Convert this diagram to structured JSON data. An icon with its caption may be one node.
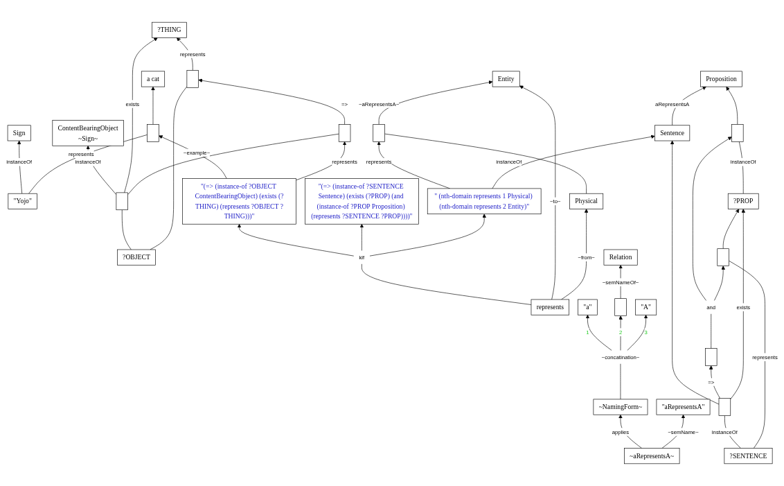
{
  "diagram": {
    "nodes": [
      {
        "text": [
          "Sign"
        ]
      },
      {
        "text": [
          "a cat"
        ]
      },
      {
        "text": [],
        "shape": "bar"
      },
      {
        "text": [
          "\"Yojo\""
        ]
      },
      {
        "text": [
          "\"(=> (instance-of ?OBJECT ContentBearingObject) (exists (?THING) (represents ?OBJECT ?THING)))\""
        ]
      },
      {
        "text": [
          "\"(=> (instance-of ?SENTENCE Sentence) (exists (?PROP) (and (instance-of ?PROP Proposition) (represents ?SENTENCE ?PROP))))\""
        ]
      },
      {
        "text": [
          "ContentBearingObject",
          "~Sign~"
        ]
      },
      {
        "text": [
          "?THING"
        ]
      },
      {
        "text": [
          "Entity"
        ]
      },
      {
        "text": [
          "Sentence"
        ]
      },
      {
        "text": [
          "Proposition"
        ]
      },
      {
        "text": [
          "kif"
        ]
      },
      {
        "text": [
          "represents"
        ]
      },
      {
        "text": [],
        "shape": "bar"
      },
      {
        "text": [],
        "shape": "bar"
      },
      {
        "text": [],
        "shape": "bar"
      },
      {
        "text": [],
        "shape": "bar"
      },
      {
        "text": [],
        "shape": "bar"
      },
      {
        "text": [
          "and"
        ]
      },
      {
        "text": [],
        "shape": "bar"
      },
      {
        "text": [
          "\" (nth-domain represents 1 Physical) (nth-domain represents 2 Entity)\""
        ]
      },
      {
        "text": [],
        "shape": "bar"
      },
      {
        "text": [
          "?OBJECT"
        ]
      },
      {
        "text": [
          "Physical"
        ]
      },
      {
        "text": [
          "~aRepresentsA~"
        ]
      },
      {
        "text": [
          "~NamingForm~"
        ]
      },
      {
        "text": [
          "?SENTENCE"
        ]
      },
      {
        "text": [],
        "shape": "bar"
      },
      {
        "text": [
          "?PROP"
        ]
      },
      {
        "text": [
          "~concatination~"
        ]
      },
      {
        "text": [
          "\"aRepresentsA\""
        ]
      },
      {
        "text": [
          "\"a\""
        ]
      },
      {
        "text": [],
        "shape": "bar"
      },
      {
        "text": [
          "\"A\""
        ]
      },
      {
        "text": [
          "Relation"
        ]
      }
    ],
    "edges": [
      {
        "from": 3,
        "to": 0,
        "arrow": "to",
        "label": "instanceOf"
      },
      {
        "from": 3,
        "to": 2,
        "arrow": "none",
        "label": "represents"
      },
      {
        "from": 2,
        "to": 1,
        "arrow": "to"
      },
      {
        "from": 4,
        "to": 2,
        "arrow": "to",
        "label": "~example~"
      },
      {
        "from": 4,
        "to": 14,
        "arrow": "to",
        "label": "represents"
      },
      {
        "from": 22,
        "to": 13,
        "arrow": "none"
      },
      {
        "from": 13,
        "to": 6,
        "arrow": "to",
        "label": "instanceOf"
      },
      {
        "from": 13,
        "to": 7,
        "arrow": "to",
        "label": "exists"
      },
      {
        "from": 13,
        "to": 14,
        "arrow": "none"
      },
      {
        "from": 14,
        "to": 15,
        "arrow": "to",
        "label": "=>"
      },
      {
        "from": 22,
        "to": 15,
        "arrow": "none"
      },
      {
        "from": 15,
        "to": 7,
        "arrow": "to",
        "label": "represents"
      },
      {
        "from": 12,
        "to": 11,
        "arrow": "none"
      },
      {
        "from": 11,
        "to": 4,
        "arrow": "to"
      },
      {
        "from": 11,
        "to": 5,
        "arrow": "to"
      },
      {
        "from": 11,
        "to": 20,
        "arrow": "to"
      },
      {
        "from": 12,
        "to": 8,
        "arrow": "to",
        "label": "~to~"
      },
      {
        "from": 12,
        "to": 23,
        "arrow": "to",
        "label": "~from~"
      },
      {
        "from": 20,
        "to": 21,
        "arrow": "to",
        "label": "represents"
      },
      {
        "from": 23,
        "to": 21,
        "arrow": "none"
      },
      {
        "from": 21,
        "to": 8,
        "arrow": "to",
        "label": "~aRepresentsA~"
      },
      {
        "from": 20,
        "to": 9,
        "arrow": "to",
        "label": "instanceOf"
      },
      {
        "from": 9,
        "to": 10,
        "arrow": "to",
        "label": "aRepresentsA"
      },
      {
        "from": 26,
        "to": 16,
        "arrow": "none",
        "label": "instanceOf"
      },
      {
        "from": 16,
        "to": 9,
        "arrow": "to"
      },
      {
        "from": 16,
        "to": 17,
        "arrow": "to",
        "label": "=>"
      },
      {
        "from": 17,
        "to": 18,
        "arrow": "none"
      },
      {
        "from": 18,
        "to": 19,
        "arrow": "to"
      },
      {
        "from": 18,
        "to": 27,
        "arrow": "to"
      },
      {
        "from": 16,
        "to": 28,
        "arrow": "to",
        "label": "exists"
      },
      {
        "from": 28,
        "to": 19,
        "arrow": "none",
        "label": "instanceOf"
      },
      {
        "from": 19,
        "to": 10,
        "arrow": "to"
      },
      {
        "from": 26,
        "to": 27,
        "arrow": "none",
        "label": "represents"
      },
      {
        "from": 27,
        "to": 28,
        "arrow": "to"
      },
      {
        "from": 24,
        "to": 25,
        "arrow": "to",
        "label": "applies"
      },
      {
        "from": 24,
        "to": 30,
        "arrow": "to",
        "label": "~semName~"
      },
      {
        "from": 25,
        "to": 29,
        "arrow": "none"
      },
      {
        "from": 29,
        "to": 31,
        "arrow": "to",
        "label": "1"
      },
      {
        "from": 29,
        "to": 32,
        "arrow": "to",
        "label": "2"
      },
      {
        "from": 29,
        "to": 33,
        "arrow": "to",
        "label": "3"
      },
      {
        "from": 32,
        "to": 34,
        "arrow": "to",
        "label": "~semNameOf~"
      }
    ]
  }
}
